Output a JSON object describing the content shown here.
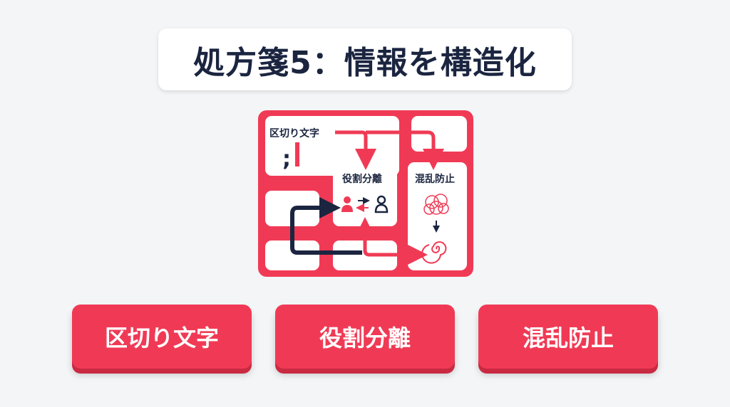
{
  "title": "処方箋5：情報を構造化",
  "diagram": {
    "delimiter_label": "区切り文字",
    "delimiter_symbols": ";|",
    "role_label": "役割分離",
    "confusion_label": "混乱防止"
  },
  "buttons": [
    "区切り文字",
    "役割分離",
    "混乱防止"
  ],
  "colors": {
    "accent": "#f03a55",
    "navy": "#1b2540",
    "background": "#f3f5f7"
  }
}
